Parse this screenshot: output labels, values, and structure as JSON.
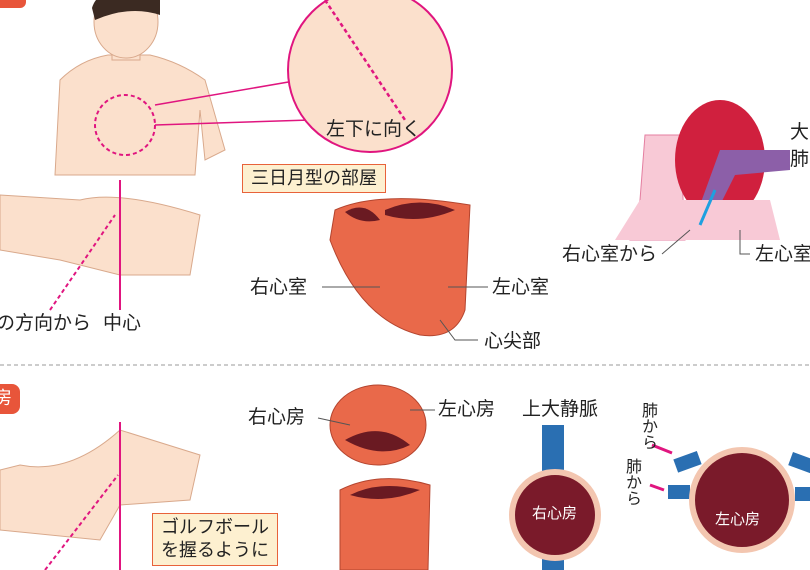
{
  "top": {
    "direction_label": "の方向から",
    "center_label": "中心",
    "zoom_label": "左下に向く",
    "crescent_box": "三日月型の部屋",
    "right_ventricle": "右心室",
    "left_ventricle": "左心室",
    "apex": "心尖部",
    "from_right_ventricle": "右心室から",
    "left_ventricle_cut": "左心室",
    "aorta_cut": "大",
    "pulmonary_cut": "肺"
  },
  "bottom": {
    "badge": "房",
    "right_atrium": "右心房",
    "left_atrium": "左心房",
    "svc": "上大静脈",
    "from_lung_1": "肺から",
    "from_lung_2": "肺から",
    "ra_inner": "右心房",
    "la_inner": "左心房",
    "golf_box_line1": "ゴルフボール",
    "golf_box_line2": "を握るように"
  },
  "colors": {
    "accent": "#e8553a",
    "magenta": "#e0157f",
    "skin": "#fbe0cc",
    "heart": "#e9694a"
  }
}
